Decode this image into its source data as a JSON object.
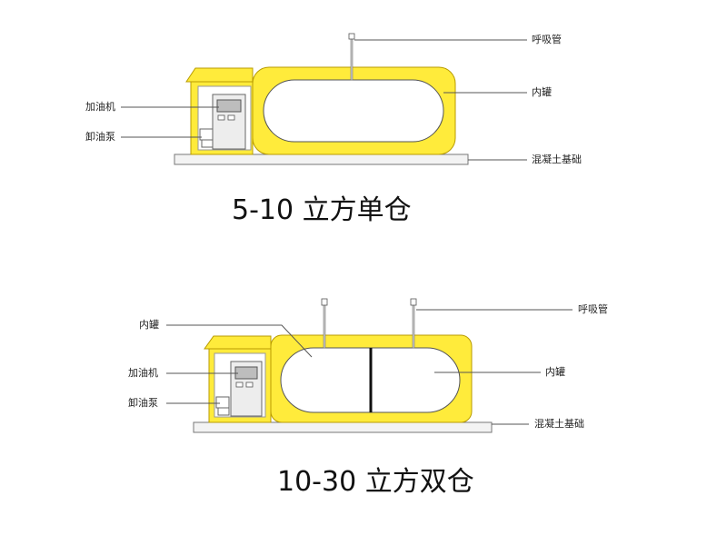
{
  "colors": {
    "tank_yellow": "#FFEB3B",
    "tank_outline": "#B89B00",
    "tank_inner": "#FFFFFF",
    "base_fill": "#F3F3F3",
    "line": "#555555",
    "divider": "#111111"
  },
  "top_diagram": {
    "caption": "5-10 立方单仓",
    "labels": {
      "breather": "呼吸管",
      "inner_tank": "内罐",
      "dispenser": "加油机",
      "pump": "卸油泵",
      "foundation": "混凝土基础"
    }
  },
  "bottom_diagram": {
    "caption": "10-30 立方双仓",
    "labels": {
      "breather": "呼吸管",
      "inner_tank_left": "内罐",
      "inner_tank_right": "内罐",
      "dispenser": "加油机",
      "pump": "卸油泵",
      "foundation": "混凝土基础"
    }
  }
}
